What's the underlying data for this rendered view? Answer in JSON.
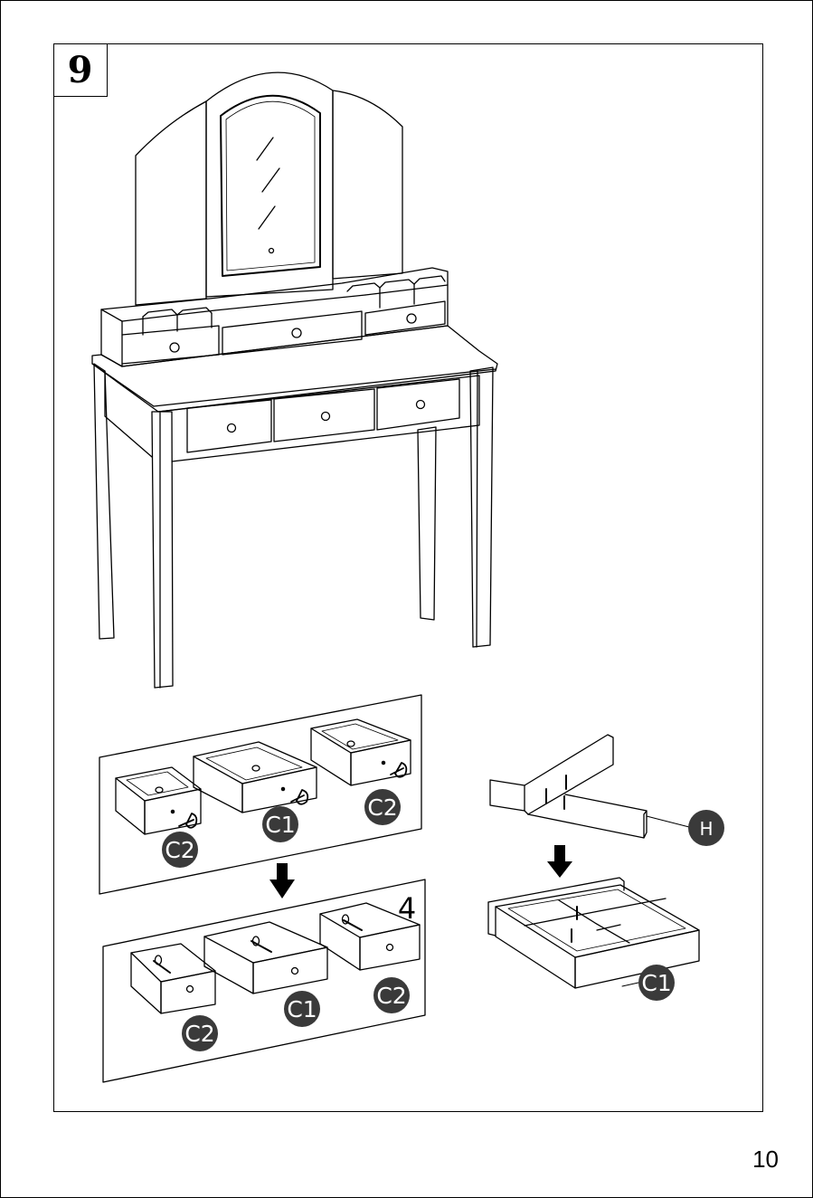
{
  "step": {
    "number": "9"
  },
  "labels": {
    "c1": "C1",
    "c2": "C2",
    "h": "H",
    "quantity": "4"
  },
  "page": {
    "number": "10"
  },
  "colors": {
    "line": "#000000",
    "label_fill": "#3a3a3a",
    "label_text": "#ffffff"
  }
}
